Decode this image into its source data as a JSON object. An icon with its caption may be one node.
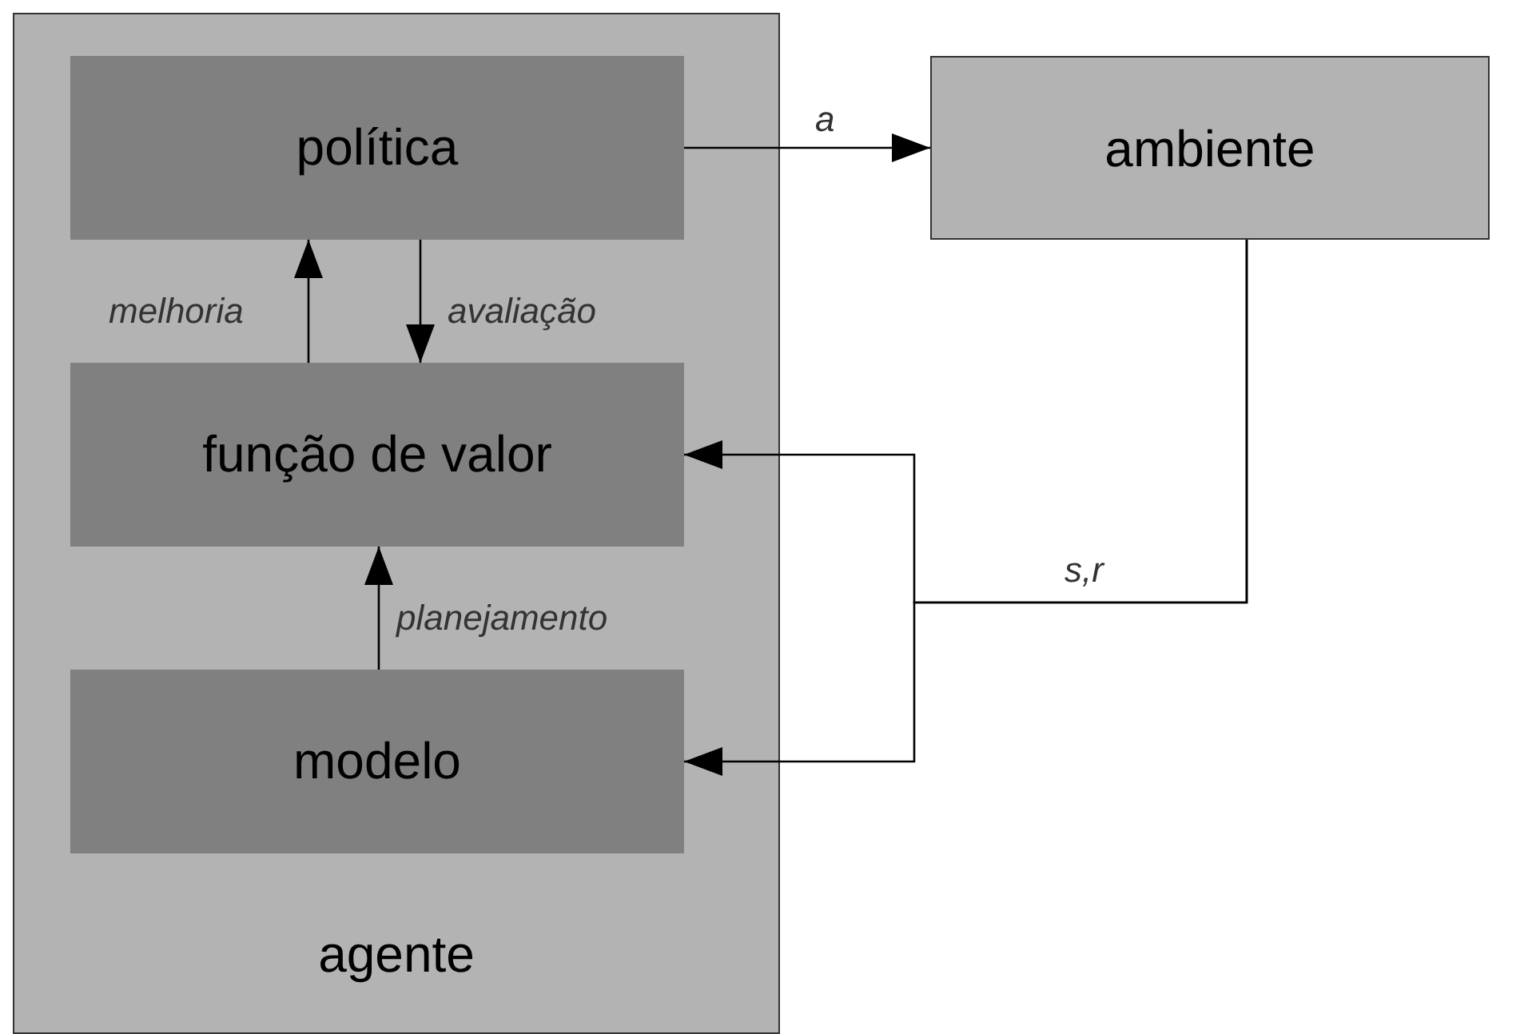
{
  "diagram": {
    "nodes": [
      {
        "text": [
          "agente"
        ]
      },
      {
        "text": [
          "política"
        ],
        "in": 0
      },
      {
        "text": [
          "função de valor"
        ],
        "in": 0
      },
      {
        "text": [
          "modelo"
        ],
        "in": 0
      },
      {
        "text": [
          "ambiente"
        ]
      }
    ],
    "edges": [
      {
        "from": 1,
        "to": 4,
        "arrow": "to",
        "label": "a"
      },
      {
        "from": 2,
        "to": 1,
        "arrow": "to",
        "label": "melhoria"
      },
      {
        "from": 1,
        "to": 2,
        "arrow": "to",
        "label": "avaliação"
      },
      {
        "from": 3,
        "to": 2,
        "arrow": "to",
        "label": "planejamento"
      },
      {
        "from": 4,
        "to": 2,
        "arrow": "to",
        "label": "s,r"
      },
      {
        "from": 4,
        "to": 3,
        "arrow": "to"
      }
    ]
  }
}
